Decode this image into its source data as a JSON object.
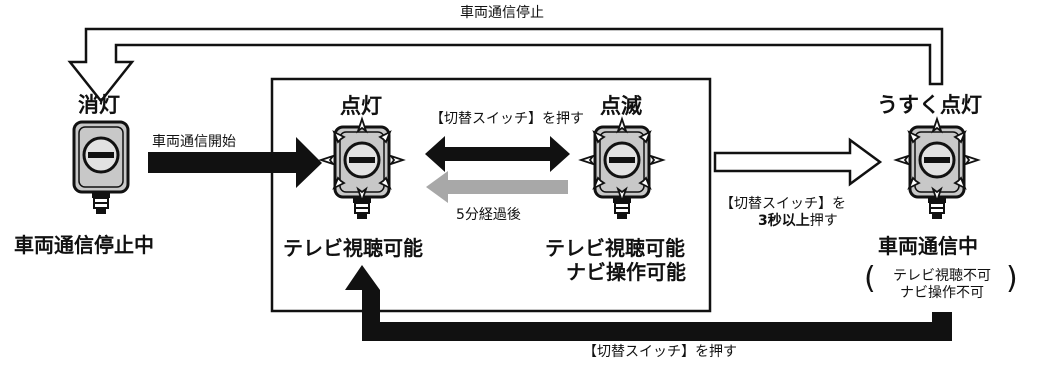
{
  "top_arrow_label": "車両通信停止",
  "bottom_arrow_label": "【切替スイッチ】を押す",
  "start_arrow_label": "車両通信開始",
  "toggle_arrow_label": "【切替スイッチ】を押す",
  "timeout_arrow_label": "5分経過後",
  "long_press_label_line1": "【切替スイッチ】を",
  "long_press_label_line2_bold": "3秒以上",
  "long_press_label_line2_rest": "押す",
  "states": {
    "off": {
      "title": "消灯",
      "caption": "車両通信停止中"
    },
    "on": {
      "title": "点灯",
      "caption": "テレビ視聴可能"
    },
    "blink": {
      "title": "点滅",
      "caption_line1": "テレビ視聴可能",
      "caption_line2": "ナビ操作可能"
    },
    "dim": {
      "title": "うすく点灯",
      "caption": "車両通信中",
      "note_line1": "テレビ視聴不可",
      "note_line2": "ナビ操作不可"
    }
  },
  "colors": {
    "black": "#111111",
    "gray_arrow": "#a8a8a8",
    "device_body": "#c8c8c8"
  }
}
